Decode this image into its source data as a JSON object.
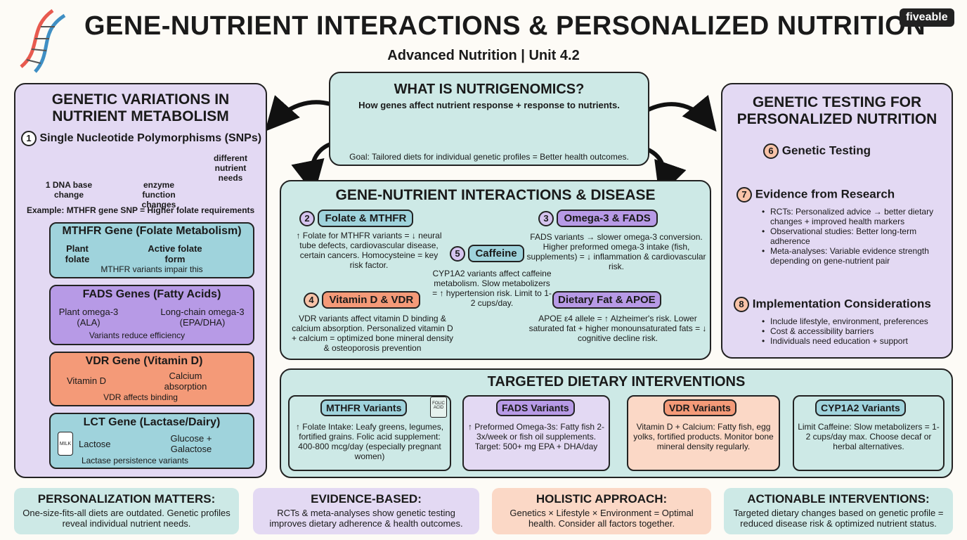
{
  "header": {
    "title": "GENE-NUTRIENT INTERACTIONS & PERSONALIZED NUTRITION",
    "subtitle": "Advanced Nutrition | Unit 4.2",
    "brand": "fiveable"
  },
  "left": {
    "title_line1": "GENETIC VARIATIONS IN",
    "title_line2": "NUTRIENT METABOLISM",
    "snp_num": "1",
    "snp_title": "Single Nucleotide Polymorphisms (SNPs)",
    "snp_dna_label": "1 DNA base change",
    "snp_enzyme_label": "enzyme function changes",
    "snp_needs_label": "different nutrient needs",
    "example": "Example: MTHFR gene SNP = Higher folate requirements",
    "genes": [
      {
        "title": "MTHFR Gene (Folate Metabolism)",
        "from": "Plant folate",
        "to": "Active folate form",
        "note": "MTHFR variants impair this"
      },
      {
        "title": "FADS Genes (Fatty Acids)",
        "from": "Plant omega-3 (ALA)",
        "to": "Long-chain omega-3 (EPA/DHA)",
        "note": "Variants reduce efficiency"
      },
      {
        "title": "VDR Gene (Vitamin D)",
        "from": "Vitamin D",
        "to": "Calcium absorption",
        "note": "VDR affects binding"
      },
      {
        "title": "LCT Gene (Lactase/Dairy)",
        "from": "Lactose",
        "to": "Glucose + Galactose",
        "note": "Lactase persistence variants",
        "milk_label": "MILK"
      }
    ]
  },
  "center": {
    "what_title": "WHAT IS NUTRIGENOMICS?",
    "what_desc": "How genes affect nutrient response + response to nutrients.",
    "what_goal": "Goal: Tailored diets for individual genetic profiles = Better health outcomes.",
    "disease_title": "GENE-NUTRIENT INTERACTIONS & DISEASE",
    "items": {
      "folate": {
        "num": "2",
        "label": "Folate & MTHFR",
        "text": "↑ Folate for MTHFR variants = ↓ neural tube defects, cardiovascular disease, certain cancers. Homocysteine = key risk factor."
      },
      "omega": {
        "num": "3",
        "label": "Omega-3 & FADS",
        "text": "FADS variants → slower omega-3 conversion. Higher preformed omega-3 intake (fish, supplements) = ↓ inflammation & cardiovascular risk."
      },
      "caffeine": {
        "num": "5",
        "label": "Caffeine",
        "text": "CYP1A2 variants affect caffeine metabolism. Slow metabolizers = ↑ hypertension risk. Limit to 1-2 cups/day."
      },
      "vitd": {
        "num": "4",
        "label": "Vitamin D & VDR",
        "text": "VDR variants affect vitamin D binding & calcium absorption. Personalized vitamin D + calcium = optimized bone mineral density & osteoporosis prevention"
      },
      "apoe": {
        "label": "Dietary Fat & APOE",
        "text": "APOE ε4 allele = ↑ Alzheimer's risk. Lower saturated fat + higher monounsaturated fats = ↓ cognitive decline risk."
      }
    }
  },
  "right": {
    "title_line1": "GENETIC TESTING FOR",
    "title_line2": "PERSONALIZED NUTRITION",
    "s6_num": "6",
    "s6_title": "Genetic Testing",
    "s7_num": "7",
    "s7_title": "Evidence from Research",
    "s7_items": [
      "RCTs: Personalized advice → better dietary changes + improved health markers",
      "Observational studies: Better long-term adherence",
      "Meta-analyses: Variable evidence strength depending on gene-nutrient pair"
    ],
    "s8_num": "8",
    "s8_title": "Implementation Considerations",
    "s8_items": [
      "Include lifestyle, environment, preferences",
      "Cost & accessibility barriers",
      "Individuals need education + support"
    ]
  },
  "targeted": {
    "title": "TARGETED DIETARY INTERVENTIONS",
    "cards": [
      {
        "title": "MTHFR Variants",
        "text": "↑ Folate Intake: Leafy greens, legumes, fortified grains. Folic acid supplement: 400-800 mcg/day (especially pregnant women)",
        "bottle": "FOLIC ACID"
      },
      {
        "title": "FADS Variants",
        "text": "↑ Preformed Omega-3s: Fatty fish 2-3x/week or fish oil supplements. Target: 500+ mg EPA + DHA/day"
      },
      {
        "title": "VDR Variants",
        "text": "Vitamin D + Calcium: Fatty fish, egg yolks, fortified products. Monitor bone mineral density regularly."
      },
      {
        "title": "CYP1A2 Variants",
        "text": "Limit Caffeine: Slow metabolizers = 1-2 cups/day max. Choose decaf or herbal alternatives."
      }
    ]
  },
  "bottom": [
    {
      "title": "PERSONALIZATION MATTERS:",
      "text": "One-size-fits-all diets are outdated. Genetic profiles reveal individual nutrient needs."
    },
    {
      "title": "EVIDENCE-BASED:",
      "text": "RCTs & meta-analyses show genetic testing improves dietary adherence & health outcomes."
    },
    {
      "title": "HOLISTIC APPROACH:",
      "text": "Genetics × Lifestyle × Environment = Optimal health. Consider all factors together."
    },
    {
      "title": "ACTIONABLE INTERVENTIONS:",
      "text": "Targeted dietary changes based on genetic profile = reduced disease risk & optimized nutrient status."
    }
  ],
  "colors": {
    "purple": "#e3d9f3",
    "teal": "#cde9e6",
    "orange": "#f8c3a8",
    "blue": "#9fd3dc",
    "violet": "#b79ae6",
    "coral": "#f49a78"
  }
}
